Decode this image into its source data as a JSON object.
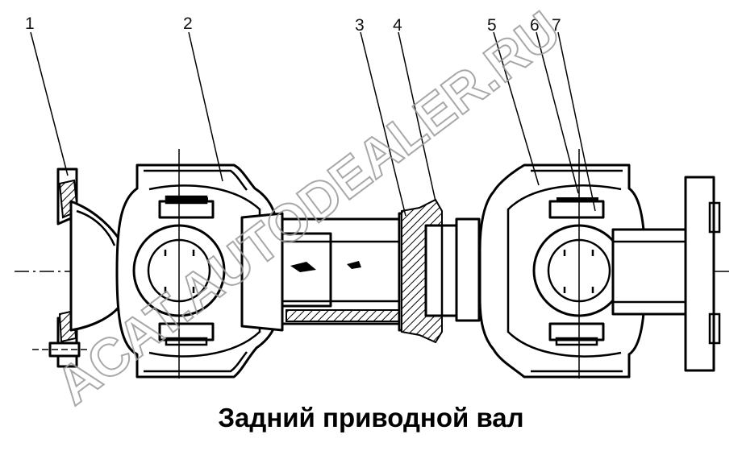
{
  "caption": "Задний приводной вал",
  "watermark": "ACAT.AUTODEALER.RU",
  "callouts": [
    {
      "label": "1"
    },
    {
      "label": "2"
    },
    {
      "label": "3"
    },
    {
      "label": "4"
    },
    {
      "label": "5"
    },
    {
      "label": "6"
    },
    {
      "label": "7"
    }
  ]
}
